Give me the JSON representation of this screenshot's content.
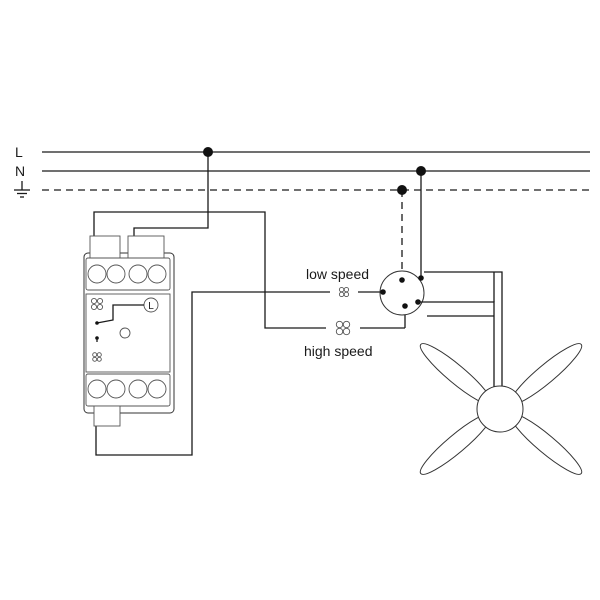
{
  "lines": {
    "live": "L",
    "neutral": "N"
  },
  "switch": {
    "input_terminal": "L"
  },
  "fan_speeds": {
    "low": "low speed",
    "high": "high speed"
  },
  "colors": {
    "wire": "#1a1a1a",
    "outline": "#333333",
    "background": "#ffffff"
  },
  "icons": [
    "ground-icon",
    "fan-low-icon",
    "fan-high-icon",
    "ceiling-fan-icon"
  ]
}
